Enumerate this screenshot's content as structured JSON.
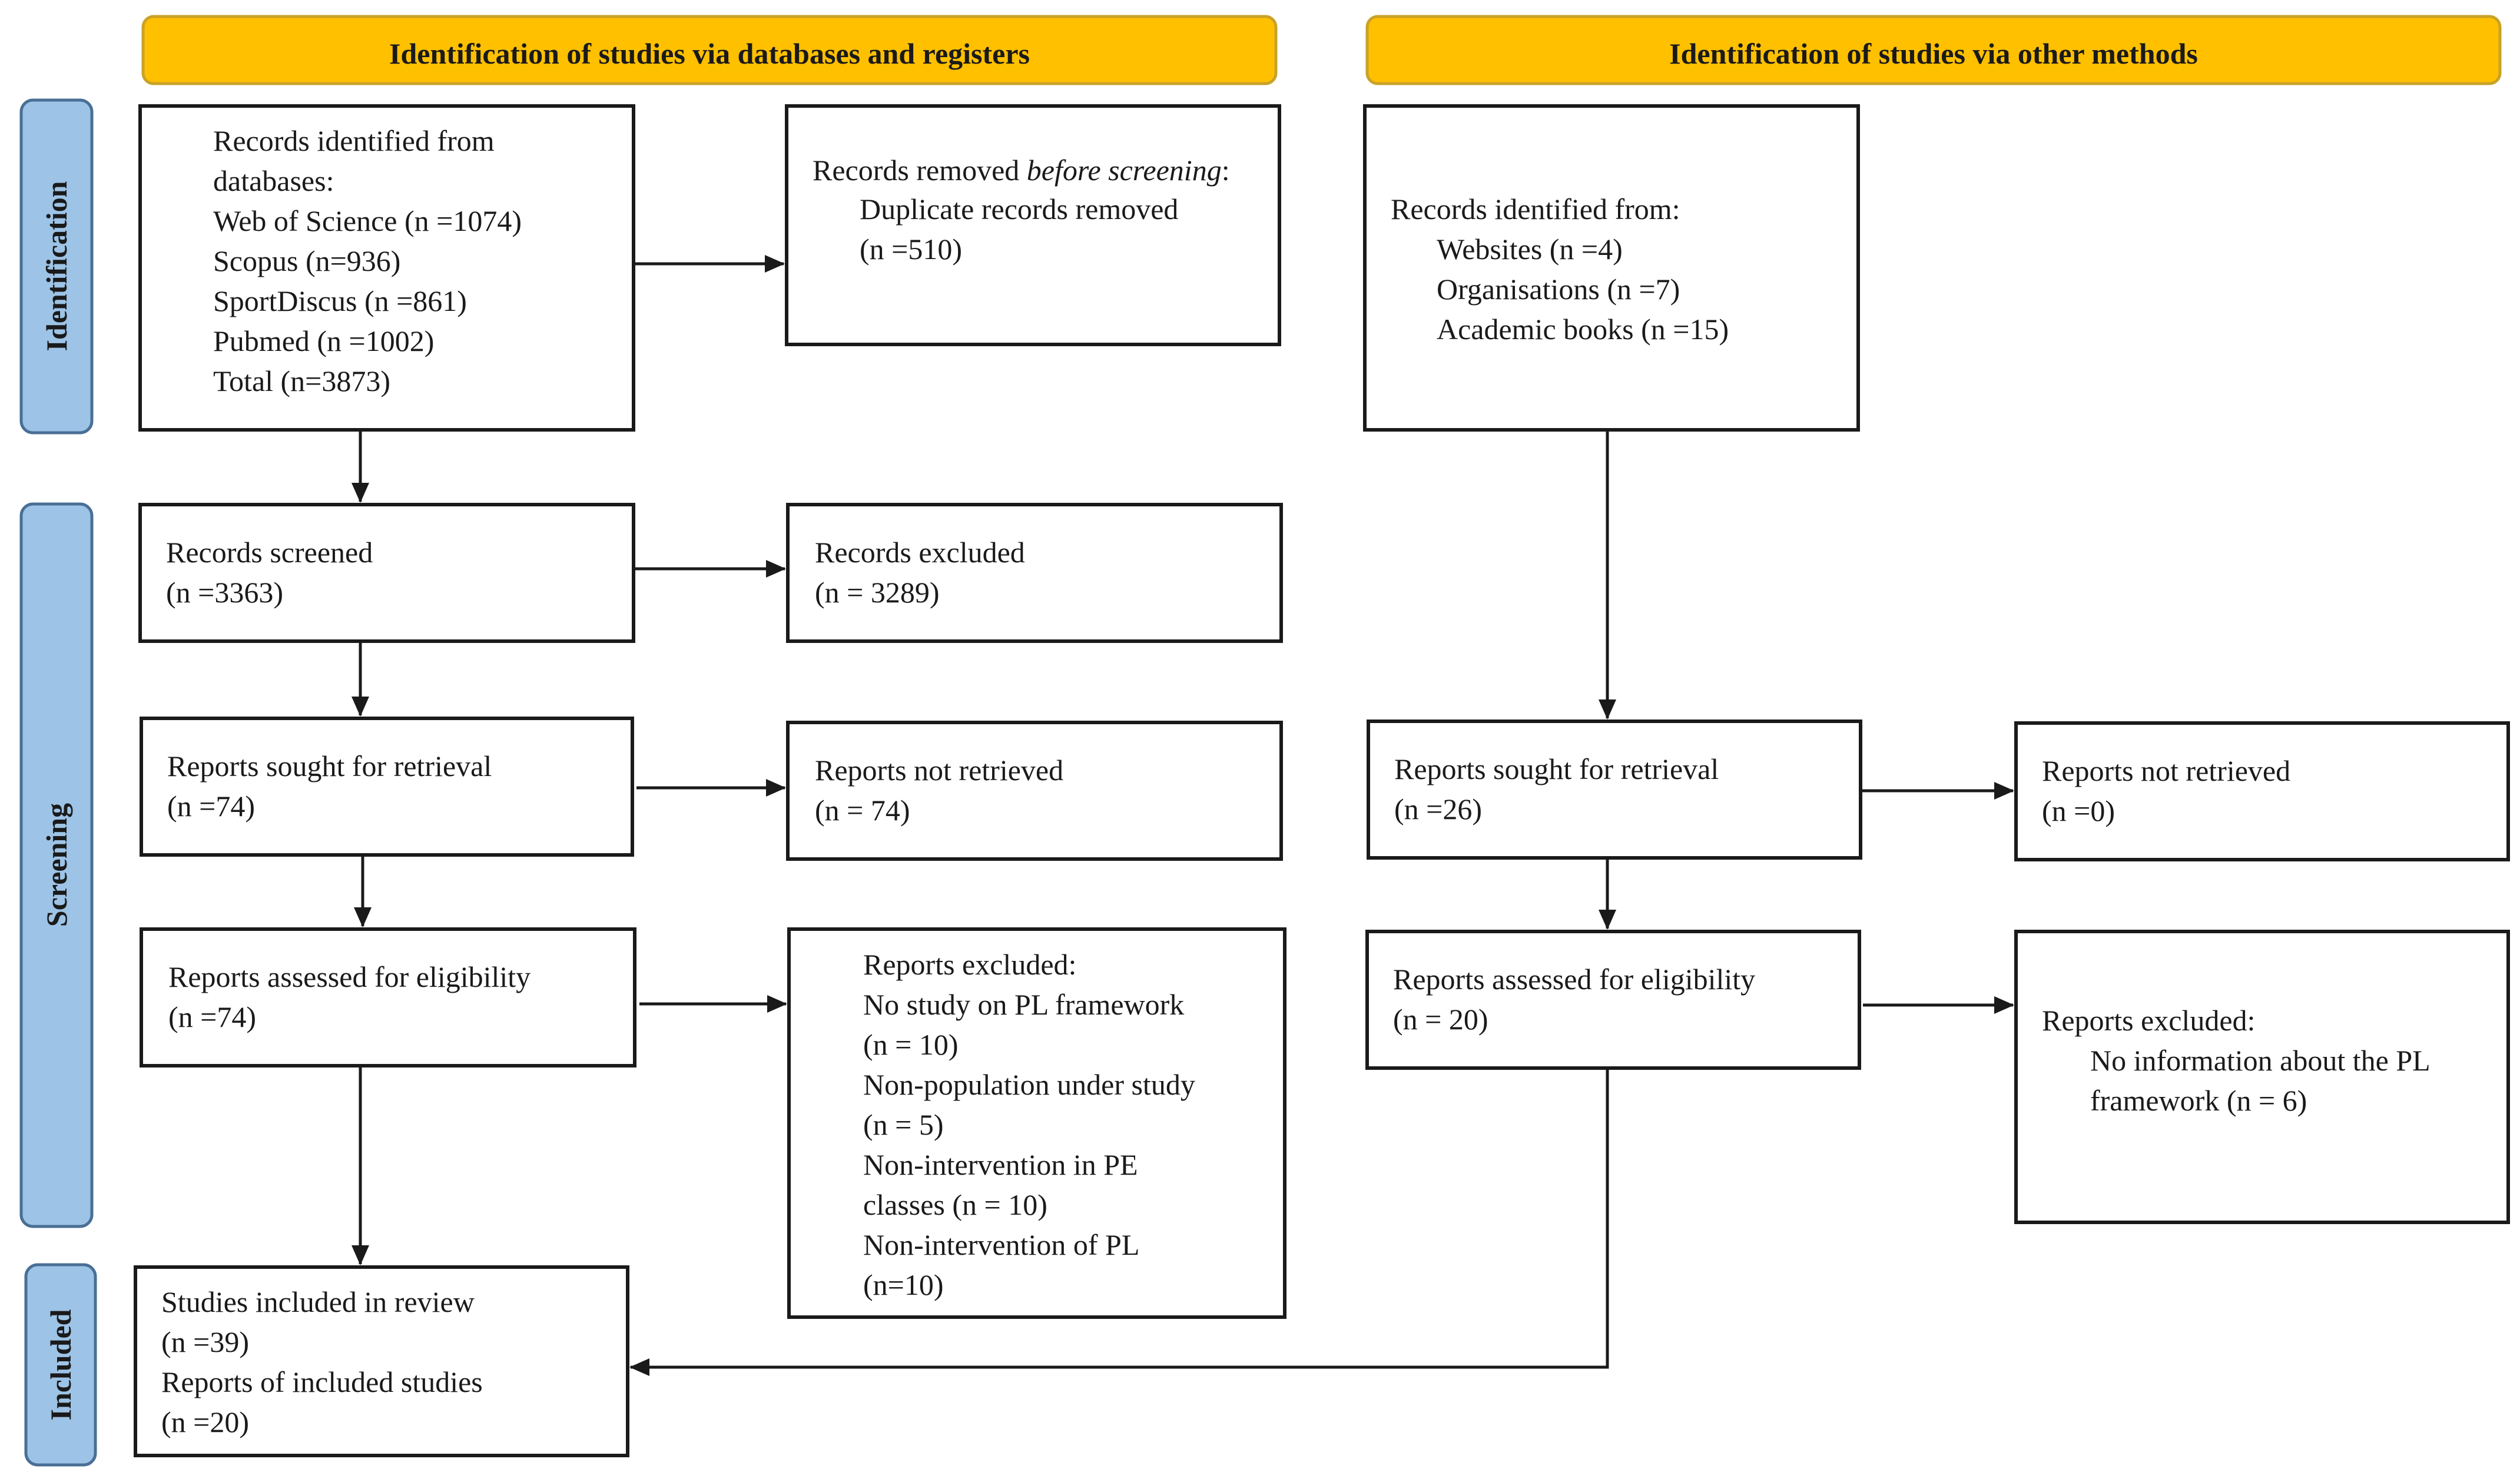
{
  "headers": {
    "databases": "Identification of studies via databases and registers",
    "other": "Identification of studies via other methods"
  },
  "phases": {
    "identification": "Identification",
    "screening": "Screening",
    "included": "Included"
  },
  "left": {
    "records_identified": {
      "lines": [
        "Records identified from",
        "databases:",
        "Web of Science (n =1074)",
        "Scopus (n=936)",
        "SportDiscus (n =861)",
        "Pubmed (n =1002)",
        "Total (n=3873)"
      ]
    },
    "records_removed": {
      "title_plain": "Records removed ",
      "title_italic": "before screening",
      "title_colon": ":",
      "lines": [
        "Duplicate records removed",
        "(n =510)"
      ]
    },
    "records_screened": {
      "lines": [
        "Records screened",
        "(n =3363)"
      ]
    },
    "records_excluded": {
      "lines": [
        "Records excluded",
        "(n = 3289)"
      ]
    },
    "reports_sought": {
      "lines": [
        "Reports sought for retrieval",
        "(n =74)"
      ]
    },
    "reports_not_retrieved": {
      "lines": [
        "Reports not retrieved",
        "(n = 74)"
      ]
    },
    "reports_assessed": {
      "lines": [
        "Reports assessed for eligibility",
        "(n =74)"
      ]
    },
    "reports_excluded": {
      "lines": [
        "Reports excluded:",
        "No study on PL framework",
        "(n = 10)",
        "Non-population under study",
        "(n = 5)",
        "Non-intervention in PE",
        "classes (n = 10)",
        "Non-intervention of PL",
        "(n=10)"
      ]
    },
    "studies_included": {
      "lines": [
        "Studies included in review",
        "(n =39)",
        "Reports of included studies",
        "(n =20)"
      ]
    }
  },
  "right": {
    "records_identified": {
      "lines": [
        "Records identified from:",
        "Websites (n =4)",
        "Organisations (n =7)",
        "Academic books (n =15)"
      ]
    },
    "reports_sought": {
      "lines": [
        "Reports sought for retrieval",
        "(n =26)"
      ]
    },
    "reports_not_retrieved": {
      "lines": [
        "Reports not retrieved",
        "(n =0)"
      ]
    },
    "reports_assessed": {
      "lines": [
        "Reports assessed for eligibility",
        "(n = 20)"
      ]
    },
    "reports_excluded": {
      "lines": [
        "Reports excluded:",
        "No information about the PL",
        "framework (n = 6)"
      ]
    }
  },
  "colors": {
    "header_fill": "#FFC000",
    "header_stroke": "#C9A227",
    "phase_fill": "#9DC3E6",
    "phase_stroke": "#4A6F96",
    "box_stroke": "#1a1a1a",
    "arrow": "#1a1a1a"
  }
}
